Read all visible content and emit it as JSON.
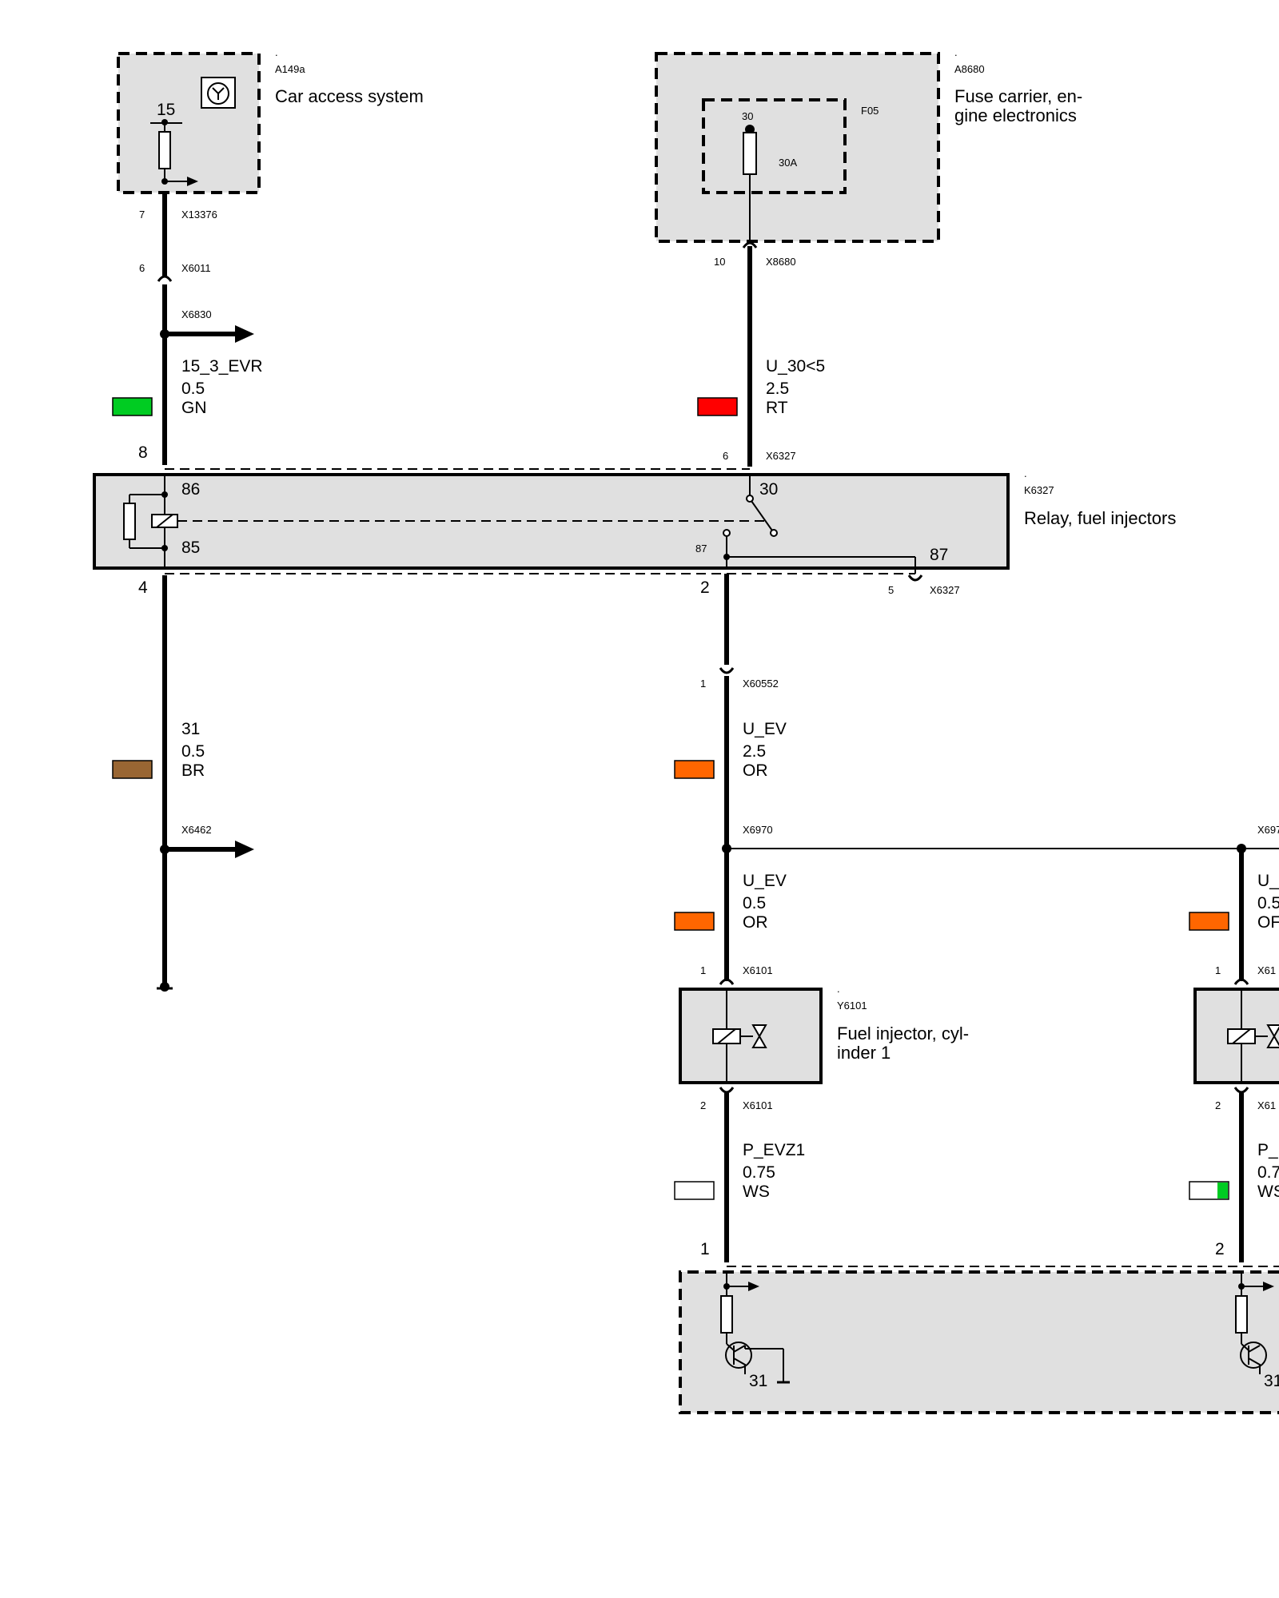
{
  "components": {
    "car_access": {
      "id": "A149a",
      "name": "Car access system",
      "dot": ".",
      "pin": "15",
      "conn_pin": "7",
      "connector": "X13376"
    },
    "fuse_carrier": {
      "id": "A8680",
      "name_line1": "Fuse carrier, en-",
      "name_line2": "gine electronics",
      "dot": ".",
      "fuse": "F05",
      "fuse_pin": "30",
      "rating": "30A",
      "conn_pin": "10",
      "connector": "X8680"
    },
    "relay": {
      "id": "K6327",
      "name": "Relay, fuel injectors",
      "dot": ".",
      "pin_86": "86",
      "pin_85": "85",
      "pin_30": "30",
      "pin_87": "87",
      "pin_87b": "87",
      "ext_pin_top_left": "8",
      "ext_pin_bottom_left": "4",
      "ext_pin_bottom_mid": "2",
      "conn_top_pin": "6",
      "conn_top": "X6327",
      "conn_bottom_pin": "5",
      "conn_bottom": "X6327"
    },
    "injector1": {
      "id": "Y6101",
      "name_line1": "Fuel injector, cyl-",
      "name_line2": "inder 1",
      "dot": ".",
      "pin_in": "1",
      "pin_out": "2",
      "connector_in": "X6101",
      "connector_out": "X6101"
    },
    "injector2": {
      "pin_in": "1",
      "pin_out": "2",
      "connector_in": "X61",
      "connector_out": "X61"
    },
    "ecu": {
      "pin1": "1",
      "pin2": "2",
      "gnd1": "31",
      "gnd2": "31"
    }
  },
  "connectors": {
    "x6011": {
      "pin": "6",
      "label": "X6011"
    },
    "x6830": {
      "label": "X6830"
    },
    "x60552": {
      "pin": "1",
      "label": "X60552"
    },
    "x6970": {
      "label": "X6970"
    },
    "x6970b": {
      "label": "X697"
    },
    "x6462": {
      "label": "X6462"
    }
  },
  "wires": {
    "w15": {
      "signal": "15_3_EVR",
      "size": "0.5",
      "color_code": "GN",
      "swatch": "#00cc22"
    },
    "w30": {
      "signal": "U_30<5",
      "size": "2.5",
      "color_code": "RT",
      "swatch": "#ff0000"
    },
    "w31": {
      "signal": "31",
      "size": "0.5",
      "color_code": "BR",
      "swatch": "#996633"
    },
    "wuev": {
      "signal": "U_EV",
      "size": "2.5",
      "color_code": "OR",
      "swatch": "#ff6600"
    },
    "wuev1": {
      "signal": "U_EV",
      "size": "0.5",
      "color_code": "OR",
      "swatch": "#ff6600"
    },
    "wuev2": {
      "signal": "U_",
      "size": "0.5",
      "color_code": "OF",
      "swatch": "#ff6600"
    },
    "wp1": {
      "signal": "P_EVZ1",
      "size": "0.75",
      "color_code": "WS",
      "swatch": "#ffffff"
    },
    "wp2": {
      "signal": "P_",
      "size": "0.7",
      "color_code": "WS",
      "swatch": "#ffffff",
      "stripe": "#00cc22"
    }
  }
}
